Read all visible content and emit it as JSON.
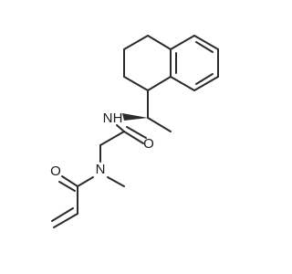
{
  "molecule": {
    "atoms": {
      "nh": "N",
      "n_amide": "N",
      "o_upper": "O",
      "o_lower": "O"
    },
    "colors": {
      "bond": "#2b2b2b",
      "label": "#1a1a1a",
      "background": "#ffffff"
    }
  }
}
